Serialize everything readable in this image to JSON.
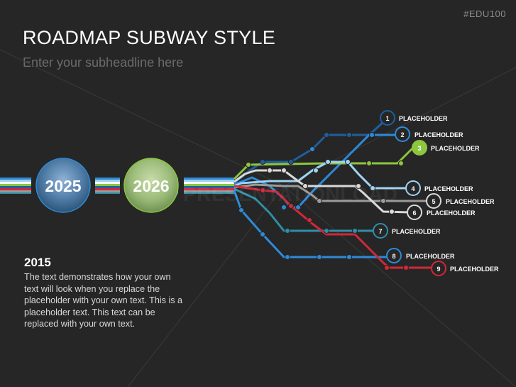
{
  "tag": "#EDU100",
  "title": "ROADMAP SUBWAY STYLE",
  "subtitle": "Enter your subheadline here",
  "watermark": "PRESENTATIONLOAD",
  "years": [
    {
      "label": "2025"
    },
    {
      "label": "2026"
    }
  ],
  "stops": [
    {
      "num": "1",
      "label": "PLACEHOLDER"
    },
    {
      "num": "2",
      "label": "PLACEHOLDER"
    },
    {
      "num": "3",
      "label": "PLACEHOLDER"
    },
    {
      "num": "4",
      "label": "PLACEHOLDER"
    },
    {
      "num": "5",
      "label": "PLACEHOLDER"
    },
    {
      "num": "6",
      "label": "PLACEHOLDER"
    },
    {
      "num": "7",
      "label": "PLACEHOLDER"
    },
    {
      "num": "8",
      "label": "PLACEHOLDER"
    },
    {
      "num": "9",
      "label": "PLACEHOLDER"
    }
  ],
  "text_block": {
    "year": "2015",
    "body": "The text demonstrates how your own text will look when you replace the placeholder with your own text. This is a placeholder text. This text can be replaced with your own text."
  },
  "colors": {
    "background": "#262626",
    "dark_blue": "#1f5f9e",
    "blue": "#2e8ad8",
    "light_blue": "#9fd3f2",
    "green": "#8dc63f",
    "white": "#e6e6e6",
    "gray": "#9a9a9a",
    "teal": "#2f8fa6",
    "red": "#d1283a"
  }
}
